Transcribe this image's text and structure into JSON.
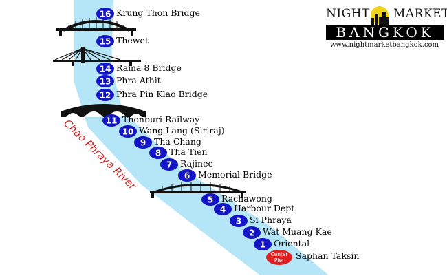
{
  "logo": {
    "word1": "NIGHT",
    "word2": "MARKET",
    "city": "BANGKOK",
    "url": "www.nightmarketbangkok.com"
  },
  "river_label": "Chao Phraya River",
  "stops": [
    {
      "number": "16",
      "name": "Krung Thon Bridge"
    },
    {
      "number": "15",
      "name": "Thewet"
    },
    {
      "number": "14",
      "name": "Rama 8 Bridge"
    },
    {
      "number": "13",
      "name": "Phra Athit"
    },
    {
      "number": "12",
      "name": "Phra Pin Klao Bridge"
    },
    {
      "number": "11",
      "name": "Thonburi Railway"
    },
    {
      "number": "10",
      "name": "Wang Lang (Siriraj)"
    },
    {
      "number": "9",
      "name": "Tha Chang"
    },
    {
      "number": "8",
      "name": "Tha Tien"
    },
    {
      "number": "7",
      "name": "Rajinee"
    },
    {
      "number": "6",
      "name": "Memorial Bridge"
    },
    {
      "number": "5",
      "name": "Rachawong"
    },
    {
      "number": "4",
      "name": "Harbour Dept."
    },
    {
      "number": "3",
      "name": "Si Phraya"
    },
    {
      "number": "2",
      "name": "Wat Muang Kae"
    },
    {
      "number": "1",
      "name": "Oriental"
    }
  ],
  "central_pier": {
    "badge_line1": "Center",
    "badge_line2": "Pier",
    "name": "Saphan Taksin"
  },
  "colors": {
    "river": "#b4e6f8",
    "stop_badge": "#1515c8",
    "pier_badge": "#e02020",
    "river_label": "#d42020"
  }
}
